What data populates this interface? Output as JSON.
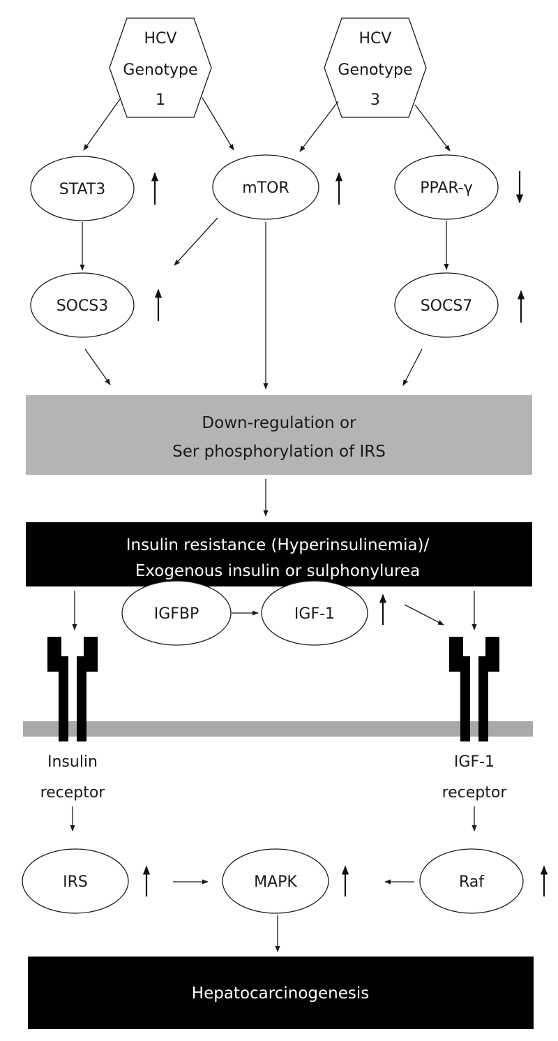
{
  "nodes": {
    "hcv1": [
      "HCV",
      "Genotype",
      "1"
    ],
    "hcv3": [
      "HCV",
      "Genotype",
      "3"
    ],
    "stat3": "STAT3",
    "mtor": "mTOR",
    "ppar": "PPAR-γ",
    "socs3": "SOCS3",
    "socs7": "SOCS7",
    "igfbp": "IGFBP",
    "igf1": "IGF-1",
    "irs": "IRS",
    "mapk": "MAPK",
    "raf": "Raf"
  },
  "boxes": {
    "downreg": [
      "Down-regulation or",
      "Ser phosphorylation of IRS"
    ],
    "insulin_resistance": [
      "Insulin resistance (Hyperinsulinemia)/",
      "Exogenous insulin or sulphonylurea"
    ],
    "hepato": "Hepatocarcinogenesis"
  },
  "receptors": {
    "insulin": [
      "Insulin",
      "receptor"
    ],
    "igf1": [
      "IGF-1",
      "receptor"
    ]
  },
  "colors": {
    "grey_box": "#b4b4b4",
    "black_box": "#000000",
    "membrane": "#a9a9a9"
  },
  "regulation": {
    "stat3": "up",
    "mtor": "up",
    "ppar": "down",
    "socs3": "up",
    "socs7": "up",
    "igf1": "up",
    "irs": "up",
    "mapk": "up",
    "raf": "up"
  }
}
